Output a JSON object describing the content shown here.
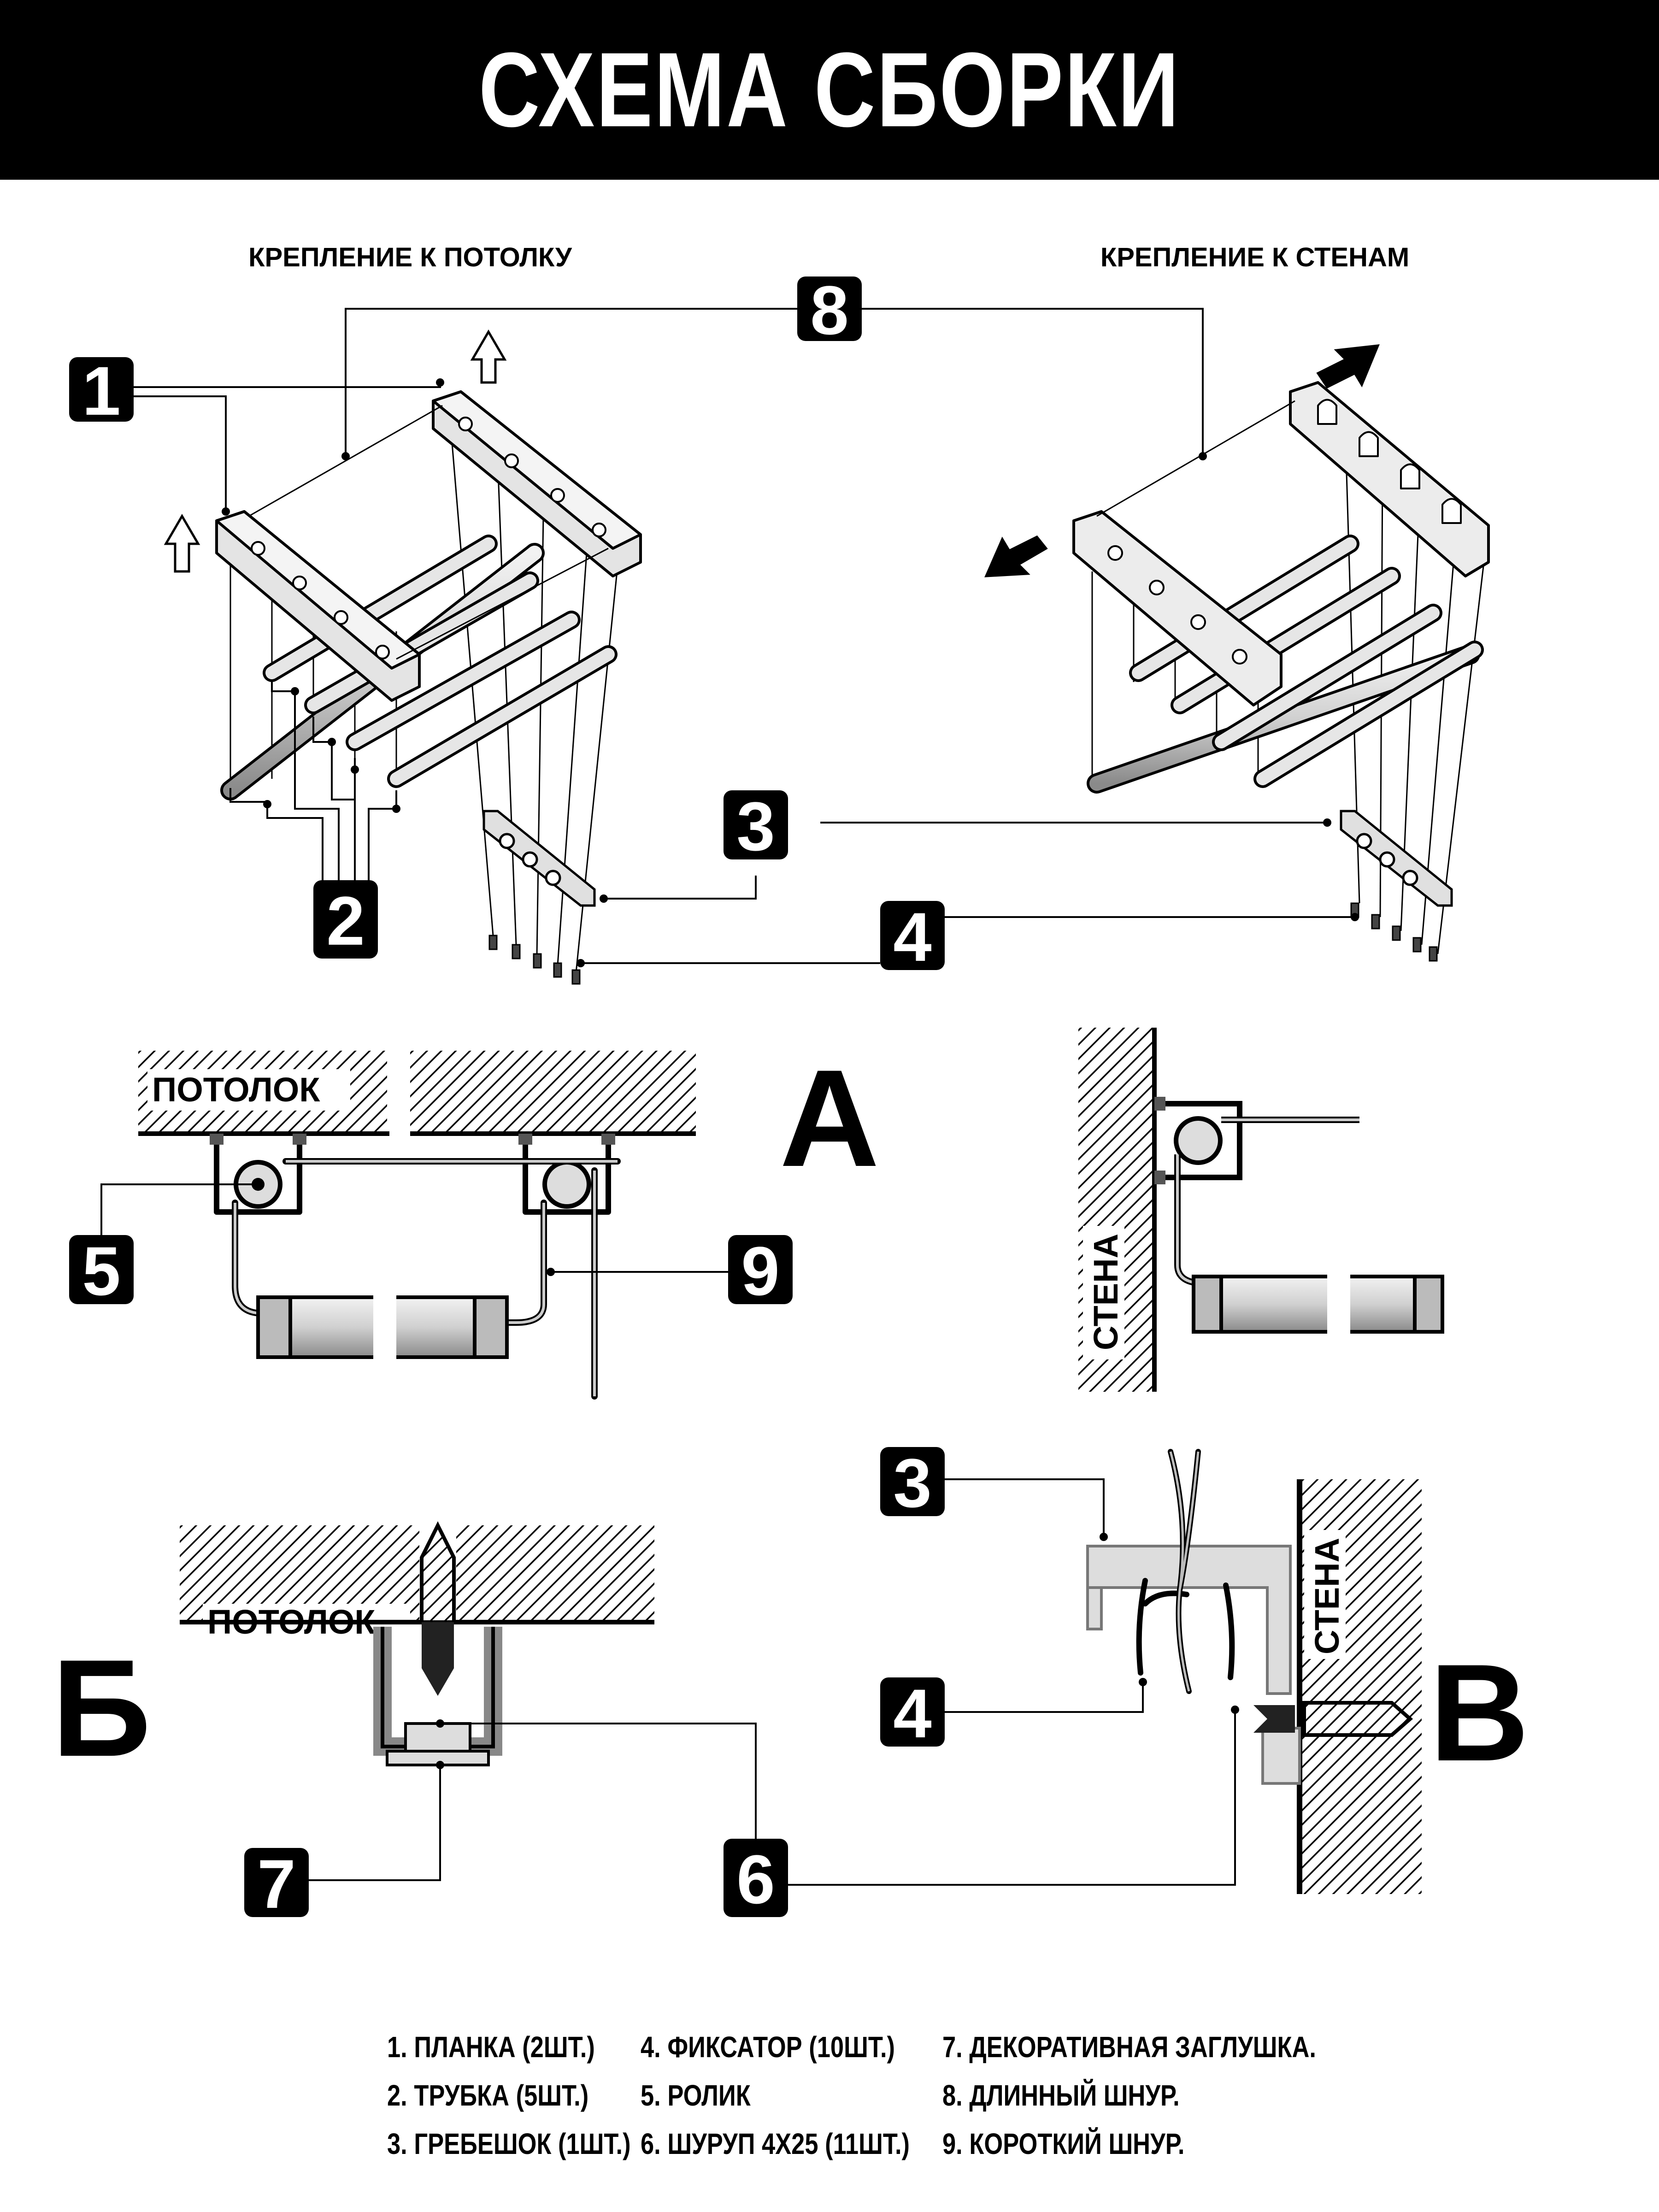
{
  "title": "СХЕМА СБОРКИ",
  "captions": {
    "ceiling_mount": "КРЕПЛЕНИЕ К ПОТОЛКУ",
    "wall_mount": "КРЕПЛЕНИЕ К СТЕНАМ"
  },
  "surfaces": {
    "ceiling": "ПОТОЛОК",
    "wall": "СТЕНА"
  },
  "detail_letters": {
    "a": "А",
    "b": "Б",
    "v": "В"
  },
  "badges": {
    "n1": "1",
    "n2": "2",
    "n3": "3",
    "n4": "4",
    "n5": "5",
    "n6": "6",
    "n7": "7",
    "n8": "8",
    "n9": "9"
  },
  "legend": [
    {
      "text": "1. ПЛАНКА (2ШТ.)"
    },
    {
      "text": "2. ТРУБКА (5ШТ.)"
    },
    {
      "text": "3. ГРЕБЕШОК (1ШТ.)"
    },
    {
      "text": "4. ФИКСАТОР (10ШТ.)"
    },
    {
      "text": "5. РОЛИК"
    },
    {
      "text": "6. ШУРУП 4Х25 (11ШТ.)"
    },
    {
      "text": "7. ДЕКОРАТИВНАЯ ЗАГЛУШКА."
    },
    {
      "text": "8. ДЛИННЫЙ ШНУР."
    },
    {
      "text": "9. КОРОТКИЙ ШНУР."
    }
  ],
  "colors": {
    "ink": "#000000",
    "background": "#ffffff",
    "part_fill": "#d6d6d6",
    "hatch": "#000000"
  },
  "icons": [
    "arrow-up-icon",
    "arrow-diagonal-icon"
  ]
}
